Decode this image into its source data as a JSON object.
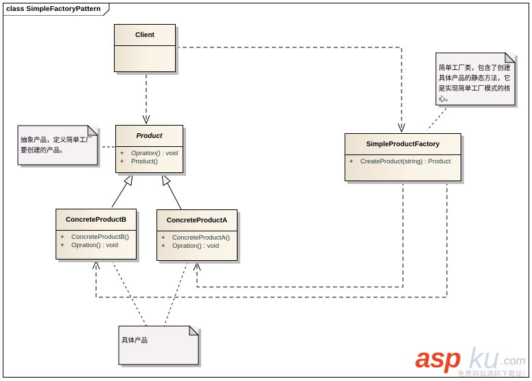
{
  "frame": {
    "label": "class SimpleFactoryPattern"
  },
  "classes": {
    "client": {
      "name": "Client",
      "operations": []
    },
    "product": {
      "name": "Product",
      "abstract": true,
      "operations": [
        {
          "visibility": "+",
          "signature": "Opration() : void",
          "abstract": true
        },
        {
          "visibility": "+",
          "signature": "Product()",
          "abstract": false
        }
      ]
    },
    "concrete_b": {
      "name": "ConcreteProductB",
      "operations": [
        {
          "visibility": "+",
          "signature": "ConcreteProductB()"
        },
        {
          "visibility": "+",
          "signature": "Opration() : void"
        }
      ]
    },
    "concrete_a": {
      "name": "ConcreteProductA",
      "operations": [
        {
          "visibility": "+",
          "signature": "ConcreteProductA()"
        },
        {
          "visibility": "+",
          "signature": "Opration() : void"
        }
      ]
    },
    "factory": {
      "name": "SimpleProductFactory",
      "operations": [
        {
          "visibility": "+",
          "signature": "CreateProduct(string) : Product"
        }
      ]
    }
  },
  "notes": {
    "product_note": {
      "lines": [
        "抽象产品，定义简单工厂",
        "要创建的产品。"
      ]
    },
    "factory_note": {
      "lines": [
        "简单工厂类，包含了创建",
        "具体产品的静态方法，它",
        "是实现简单工厂模式的核",
        "心。"
      ]
    },
    "concrete_note": {
      "lines": [
        "具体产品"
      ]
    }
  },
  "relationships": [
    {
      "type": "dependency",
      "from": "Client",
      "to": "Product"
    },
    {
      "type": "dependency",
      "from": "Client",
      "to": "SimpleProductFactory"
    },
    {
      "type": "generalization",
      "from": "ConcreteProductB",
      "to": "Product"
    },
    {
      "type": "generalization",
      "from": "ConcreteProductA",
      "to": "Product"
    },
    {
      "type": "dependency",
      "from": "SimpleProductFactory",
      "to": "ConcreteProductA"
    },
    {
      "type": "dependency",
      "from": "SimpleProductFactory",
      "to": "ConcreteProductB"
    }
  ],
  "watermark": {
    "brand": "asp",
    "brand2": "ku",
    "tld": ".com",
    "tagline": "免费网站源码下载站!"
  },
  "colors": {
    "class_fill": "#faf3e6",
    "note_fill": "#f5f1f4",
    "brand_red": "#e8472a"
  }
}
